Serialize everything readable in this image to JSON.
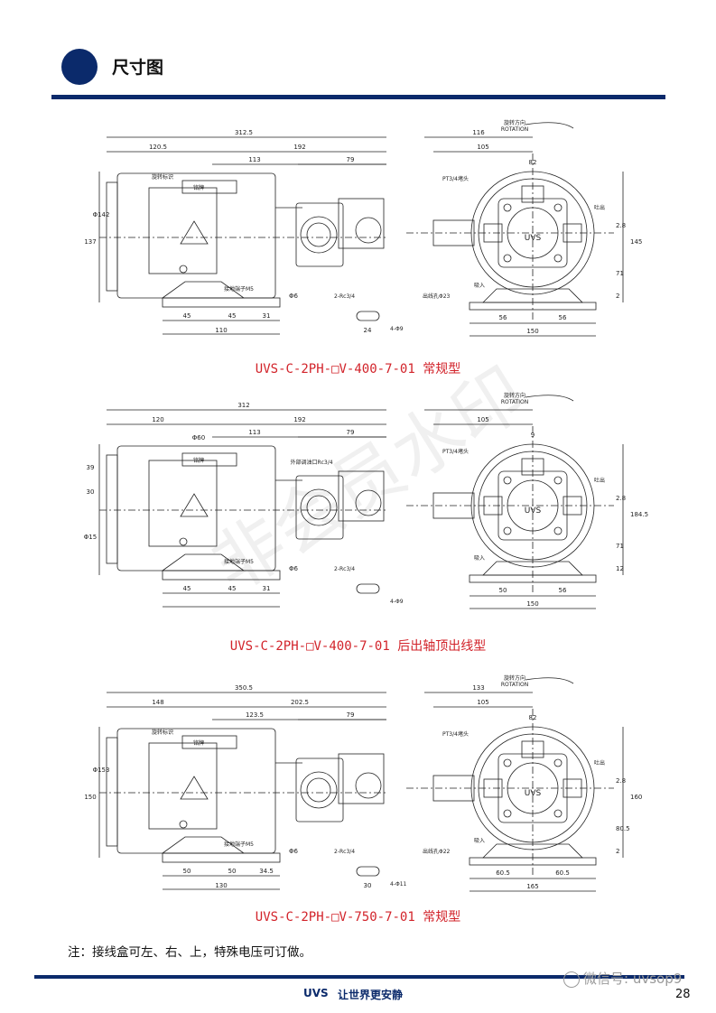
{
  "header": {
    "title": "尺寸图",
    "accent_color": "#0b2a6b"
  },
  "drawings": [
    {
      "caption": "UVS-C-2PH-□V-400-7-01 常规型",
      "side": {
        "total": "312.5",
        "left": "120.5",
        "right": "192",
        "mid": "113",
        "end": "79",
        "height": "137",
        "dia": "Φ142",
        "base1": "45",
        "base2": "45",
        "base3": "31",
        "base_total": "110",
        "nameplate": "铭牌",
        "tag": "旋转标识",
        "ground": "接地端子M5",
        "phi": "Φ6",
        "port": "2-Rc3/4",
        "slot_w": "24",
        "slot_h": "4-Φ9"
      },
      "front": {
        "w1": "116",
        "w2": "105",
        "c": "82",
        "h": "145",
        "d1": "2.8",
        "d2": "71",
        "d3": "2",
        "b1": "56",
        "b2": "56",
        "bt": "150",
        "rot_cn": "旋转方向",
        "rot_en": "ROTATION",
        "plug": "PT3/4堵头",
        "outlet": "吐出",
        "inlet": "吸入",
        "cable": "出线孔Φ23",
        "logo": "UVS"
      }
    },
    {
      "caption": "UVS-C-2PH-□V-400-7-01 后出轴顶出线型",
      "side": {
        "total": "312",
        "left": "120",
        "right": "192",
        "mid": "113",
        "end": "79",
        "a": "39",
        "b": "30",
        "c": "Φ15",
        "nameplate": "铭牌",
        "ext": "外部调油口Rc3/4",
        "ground": "接地端子M5",
        "phi": "Φ6",
        "port": "2-Rc3/4",
        "box": "Φ60",
        "base1": "45",
        "base2": "45",
        "base3": "31",
        "slot_h": "4-Φ9"
      },
      "front": {
        "w2": "105",
        "c": "9",
        "h": "184.5",
        "d1": "2.8",
        "d2": "71",
        "d3": "12",
        "b1": "50",
        "b2": "56",
        "bt": "150",
        "rot_cn": "旋转方向",
        "rot_en": "ROTATION",
        "plug": "PT3/4堵头",
        "outlet": "吐出",
        "inlet": "吸入",
        "logo": "UVS"
      }
    },
    {
      "caption": "UVS-C-2PH-□V-750-7-01 常规型",
      "side": {
        "total": "350.5",
        "left": "148",
        "right": "202.5",
        "mid": "123.5",
        "end": "79",
        "height": "150",
        "dia": "Φ153",
        "base1": "50",
        "base2": "50",
        "base3": "34.5",
        "base_total": "130",
        "nameplate": "铭牌",
        "tag": "旋转标识",
        "ground": "接地端子M5",
        "phi": "Φ6",
        "port": "2-Rc3/4",
        "slot_w": "30",
        "slot_h": "4-Φ11"
      },
      "front": {
        "w1": "133",
        "w2": "105",
        "c": "82",
        "h": "160",
        "d1": "2.8",
        "d2": "80.5",
        "d3": "2",
        "b1": "60.5",
        "b2": "60.5",
        "bt": "165",
        "rot_cn": "旋转方向",
        "rot_en": "ROTATION",
        "plug": "PT3/4堵头",
        "outlet": "吐出",
        "inlet": "吸入",
        "cable": "出线孔Φ22",
        "logo": "UVS"
      }
    }
  ],
  "note": "注：接线盒可左、右、上，特殊电压可订做。",
  "footer": {
    "brand": "UVS",
    "slogan": "让世界更安静",
    "page": "28",
    "watermark": "微信号: uvsop9"
  },
  "stamp": "非会员水印"
}
